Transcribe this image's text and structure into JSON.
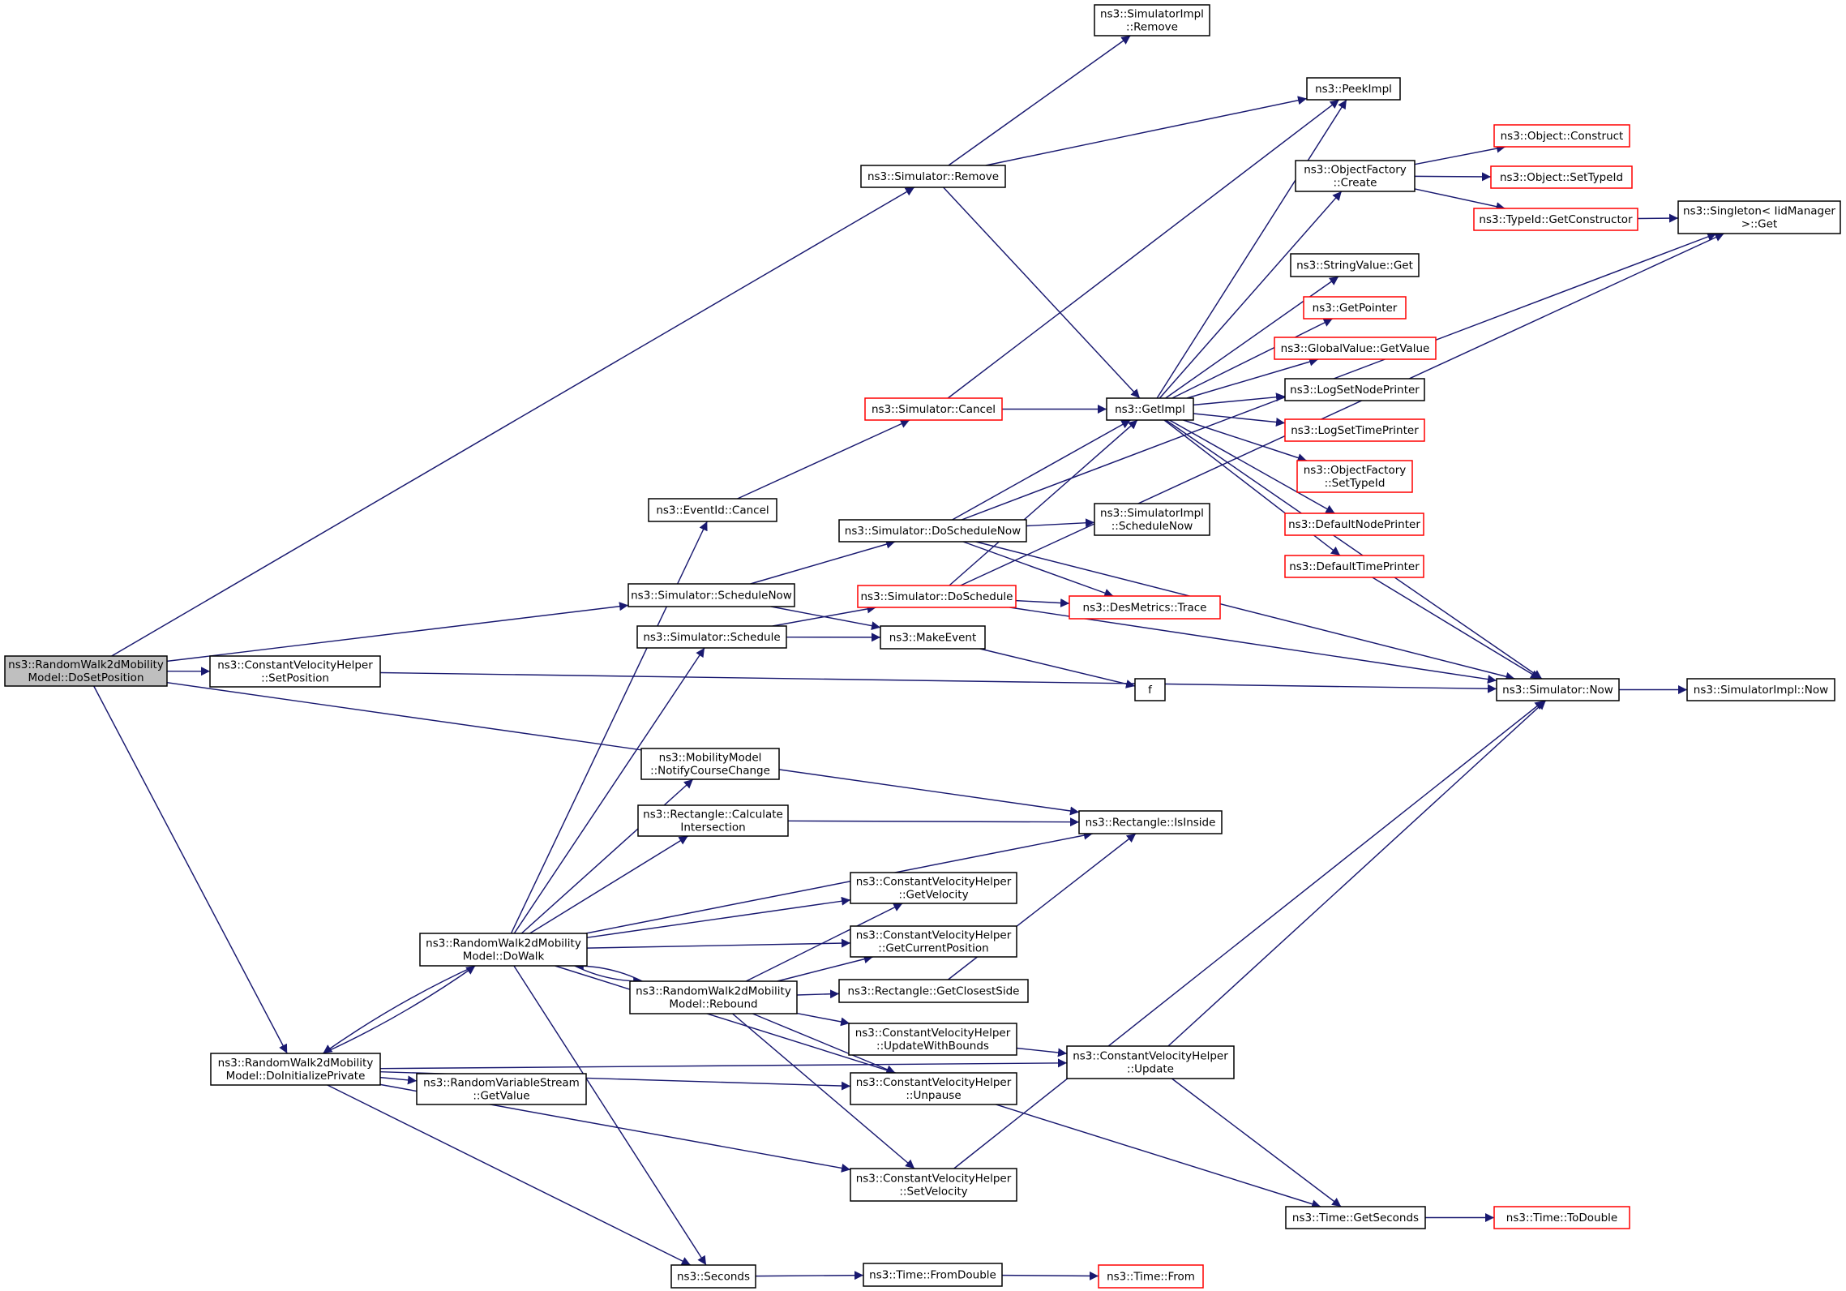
{
  "diagram": {
    "type": "call-graph",
    "colors": {
      "edge": "#191970",
      "node_border": "#000000",
      "incomplete_border": "#ff0000",
      "root_fill": "#bfbfbf",
      "background": "#ffffff"
    },
    "nodes": {
      "root": {
        "lines": [
          "ns3::RandomWalk2dMobility",
          "Model::DoSetPosition"
        ],
        "style": "root"
      },
      "simRemove": {
        "lines": [
          "ns3::Simulator::Remove"
        ],
        "style": "normal"
      },
      "simImplRemove": {
        "lines": [
          "ns3::SimulatorImpl",
          "::Remove"
        ],
        "style": "normal"
      },
      "peekImpl": {
        "lines": [
          "ns3::PeekImpl"
        ],
        "style": "normal"
      },
      "objFactCreate": {
        "lines": [
          "ns3::ObjectFactory",
          "::Create"
        ],
        "style": "normal"
      },
      "objConstruct": {
        "lines": [
          "ns3::Object::Construct"
        ],
        "style": "incomplete"
      },
      "objSetTypeId": {
        "lines": [
          "ns3::Object::SetTypeId"
        ],
        "style": "incomplete"
      },
      "typeIdGetCtor": {
        "lines": [
          "ns3::TypeId::GetConstructor"
        ],
        "style": "incomplete"
      },
      "singletonGet": {
        "lines": [
          "ns3::Singleton< IidManager",
          " >::Get"
        ],
        "style": "normal"
      },
      "stringValueGet": {
        "lines": [
          "ns3::StringValue::Get"
        ],
        "style": "normal"
      },
      "getPointer": {
        "lines": [
          "ns3::GetPointer"
        ],
        "style": "incomplete"
      },
      "globalValueGet": {
        "lines": [
          "ns3::GlobalValue::GetValue"
        ],
        "style": "incomplete"
      },
      "logSetNode": {
        "lines": [
          "ns3::LogSetNodePrinter"
        ],
        "style": "normal"
      },
      "logSetTime": {
        "lines": [
          "ns3::LogSetTimePrinter"
        ],
        "style": "incomplete"
      },
      "objFactSetTypeId": {
        "lines": [
          "ns3::ObjectFactory",
          "::SetTypeId"
        ],
        "style": "incomplete"
      },
      "defNodePrinter": {
        "lines": [
          "ns3::DefaultNodePrinter"
        ],
        "style": "incomplete"
      },
      "defTimePrinter": {
        "lines": [
          "ns3::DefaultTimePrinter"
        ],
        "style": "incomplete"
      },
      "getImpl": {
        "lines": [
          "ns3::GetImpl"
        ],
        "style": "normal"
      },
      "simCancel": {
        "lines": [
          "ns3::Simulator::Cancel"
        ],
        "style": "incomplete"
      },
      "eventIdCancel": {
        "lines": [
          "ns3::EventId::Cancel"
        ],
        "style": "normal"
      },
      "simDoScheduleNow": {
        "lines": [
          "ns3::Simulator::DoScheduleNow"
        ],
        "style": "normal"
      },
      "simImplScheduleNow": {
        "lines": [
          "ns3::SimulatorImpl",
          "::ScheduleNow"
        ],
        "style": "normal"
      },
      "simScheduleNow": {
        "lines": [
          "ns3::Simulator::ScheduleNow"
        ],
        "style": "normal"
      },
      "simDoSchedule": {
        "lines": [
          "ns3::Simulator::DoSchedule"
        ],
        "style": "incomplete"
      },
      "desMetricsTrace": {
        "lines": [
          "ns3::DesMetrics::Trace"
        ],
        "style": "incomplete"
      },
      "simSchedule": {
        "lines": [
          "ns3::Simulator::Schedule"
        ],
        "style": "normal"
      },
      "makeEvent": {
        "lines": [
          "ns3::MakeEvent"
        ],
        "style": "normal"
      },
      "f": {
        "lines": [
          "f"
        ],
        "style": "normal"
      },
      "cvhSetPosition": {
        "lines": [
          "ns3::ConstantVelocityHelper",
          "::SetPosition"
        ],
        "style": "normal"
      },
      "simNow": {
        "lines": [
          "ns3::Simulator::Now"
        ],
        "style": "normal"
      },
      "simImplNow": {
        "lines": [
          "ns3::SimulatorImpl::Now"
        ],
        "style": "normal"
      },
      "notifyCourse": {
        "lines": [
          "ns3::MobilityModel",
          "::NotifyCourseChange"
        ],
        "style": "normal"
      },
      "rectCalcInter": {
        "lines": [
          "ns3::Rectangle::Calculate",
          "Intersection"
        ],
        "style": "normal"
      },
      "rectIsInside": {
        "lines": [
          "ns3::Rectangle::IsInside"
        ],
        "style": "normal"
      },
      "cvhGetVelocity": {
        "lines": [
          "ns3::ConstantVelocityHelper",
          "::GetVelocity"
        ],
        "style": "normal"
      },
      "cvhGetCurPos": {
        "lines": [
          "ns3::ConstantVelocityHelper",
          "::GetCurrentPosition"
        ],
        "style": "normal"
      },
      "doWalk": {
        "lines": [
          "ns3::RandomWalk2dMobility",
          "Model::DoWalk"
        ],
        "style": "normal"
      },
      "rebound": {
        "lines": [
          "ns3::RandomWalk2dMobility",
          "Model::Rebound"
        ],
        "style": "normal"
      },
      "rectClosest": {
        "lines": [
          "ns3::Rectangle::GetClosestSide"
        ],
        "style": "normal"
      },
      "cvhUpdateBounds": {
        "lines": [
          "ns3::ConstantVelocityHelper",
          "::UpdateWithBounds"
        ],
        "style": "normal"
      },
      "cvhUpdate": {
        "lines": [
          "ns3::ConstantVelocityHelper",
          "::Update"
        ],
        "style": "normal"
      },
      "doInitPrivate": {
        "lines": [
          "ns3::RandomWalk2dMobility",
          "Model::DoInitializePrivate"
        ],
        "style": "normal"
      },
      "rvsGetValue": {
        "lines": [
          "ns3::RandomVariableStream",
          "::GetValue"
        ],
        "style": "normal"
      },
      "cvhUnpause": {
        "lines": [
          "ns3::ConstantVelocityHelper",
          "::Unpause"
        ],
        "style": "normal"
      },
      "cvhSetVelocity": {
        "lines": [
          "ns3::ConstantVelocityHelper",
          "::SetVelocity"
        ],
        "style": "normal"
      },
      "timeGetSeconds": {
        "lines": [
          "ns3::Time::GetSeconds"
        ],
        "style": "normal"
      },
      "timeToDouble": {
        "lines": [
          "ns3::Time::ToDouble"
        ],
        "style": "incomplete"
      },
      "seconds": {
        "lines": [
          "ns3::Seconds"
        ],
        "style": "normal"
      },
      "timeFromDouble": {
        "lines": [
          "ns3::Time::FromDouble"
        ],
        "style": "normal"
      },
      "timeFrom": {
        "lines": [
          "ns3::Time::From"
        ],
        "style": "incomplete"
      }
    },
    "edges": [
      [
        "root",
        "simRemove"
      ],
      [
        "root",
        "cvhSetPosition"
      ],
      [
        "root",
        "simScheduleNow"
      ],
      [
        "root",
        "rectIsInside"
      ],
      [
        "root",
        "doInitPrivate"
      ],
      [
        "simRemove",
        "simImplRemove"
      ],
      [
        "simRemove",
        "peekImpl"
      ],
      [
        "simRemove",
        "getImpl"
      ],
      [
        "getImpl",
        "peekImpl"
      ],
      [
        "getImpl",
        "objFactCreate"
      ],
      [
        "getImpl",
        "stringValueGet"
      ],
      [
        "getImpl",
        "getPointer"
      ],
      [
        "getImpl",
        "globalValueGet"
      ],
      [
        "getImpl",
        "logSetNode"
      ],
      [
        "getImpl",
        "logSetTime"
      ],
      [
        "getImpl",
        "objFactSetTypeId"
      ],
      [
        "getImpl",
        "defNodePrinter"
      ],
      [
        "getImpl",
        "defTimePrinter"
      ],
      [
        "getImpl",
        "simNow"
      ],
      [
        "objFactCreate",
        "objConstruct"
      ],
      [
        "objFactCreate",
        "objSetTypeId"
      ],
      [
        "objFactCreate",
        "typeIdGetCtor"
      ],
      [
        "typeIdGetCtor",
        "singletonGet"
      ],
      [
        "simCancel",
        "getImpl"
      ],
      [
        "simCancel",
        "peekImpl"
      ],
      [
        "eventIdCancel",
        "simCancel"
      ],
      [
        "simDoScheduleNow",
        "getImpl"
      ],
      [
        "simDoScheduleNow",
        "simImplScheduleNow"
      ],
      [
        "simDoScheduleNow",
        "desMetricsTrace"
      ],
      [
        "simDoScheduleNow",
        "simNow"
      ],
      [
        "simDoScheduleNow",
        "singletonGet"
      ],
      [
        "simScheduleNow",
        "simDoScheduleNow"
      ],
      [
        "simScheduleNow",
        "makeEvent"
      ],
      [
        "simDoSchedule",
        "getImpl"
      ],
      [
        "simDoSchedule",
        "desMetricsTrace"
      ],
      [
        "simDoSchedule",
        "simNow"
      ],
      [
        "simDoSchedule",
        "singletonGet"
      ],
      [
        "simSchedule",
        "simDoSchedule"
      ],
      [
        "simSchedule",
        "makeEvent"
      ],
      [
        "makeEvent",
        "f"
      ],
      [
        "cvhSetPosition",
        "simNow"
      ],
      [
        "simNow",
        "simImplNow"
      ],
      [
        "defTimePrinter",
        "simNow"
      ],
      [
        "rectCalcInter",
        "rectIsInside"
      ],
      [
        "rectClosest",
        "rectIsInside"
      ],
      [
        "doWalk",
        "eventIdCancel"
      ],
      [
        "doWalk",
        "simSchedule"
      ],
      [
        "doWalk",
        "notifyCourse"
      ],
      [
        "doWalk",
        "rectCalcInter"
      ],
      [
        "doWalk",
        "rectIsInside"
      ],
      [
        "doWalk",
        "cvhGetVelocity"
      ],
      [
        "doWalk",
        "cvhGetCurPos"
      ],
      [
        "doWalk",
        "rebound"
      ],
      [
        "doWalk",
        "doInitPrivate"
      ],
      [
        "doWalk",
        "seconds"
      ],
      [
        "doWalk",
        "timeGetSeconds"
      ],
      [
        "rebound",
        "doWalk"
      ],
      [
        "rebound",
        "cvhGetVelocity"
      ],
      [
        "rebound",
        "cvhGetCurPos"
      ],
      [
        "rebound",
        "rectClosest"
      ],
      [
        "rebound",
        "cvhUpdateBounds"
      ],
      [
        "rebound",
        "cvhUnpause"
      ],
      [
        "rebound",
        "cvhSetVelocity"
      ],
      [
        "cvhUpdateBounds",
        "cvhUpdate"
      ],
      [
        "cvhUpdate",
        "simNow"
      ],
      [
        "cvhUpdate",
        "timeGetSeconds"
      ],
      [
        "doInitPrivate",
        "doWalk"
      ],
      [
        "doInitPrivate",
        "rvsGetValue"
      ],
      [
        "doInitPrivate",
        "cvhUnpause"
      ],
      [
        "doInitPrivate",
        "cvhUpdate"
      ],
      [
        "doInitPrivate",
        "cvhSetVelocity"
      ],
      [
        "doInitPrivate",
        "seconds"
      ],
      [
        "cvhSetVelocity",
        "simNow"
      ],
      [
        "timeGetSeconds",
        "timeToDouble"
      ],
      [
        "seconds",
        "timeFromDouble"
      ],
      [
        "timeFromDouble",
        "timeFrom"
      ]
    ]
  }
}
